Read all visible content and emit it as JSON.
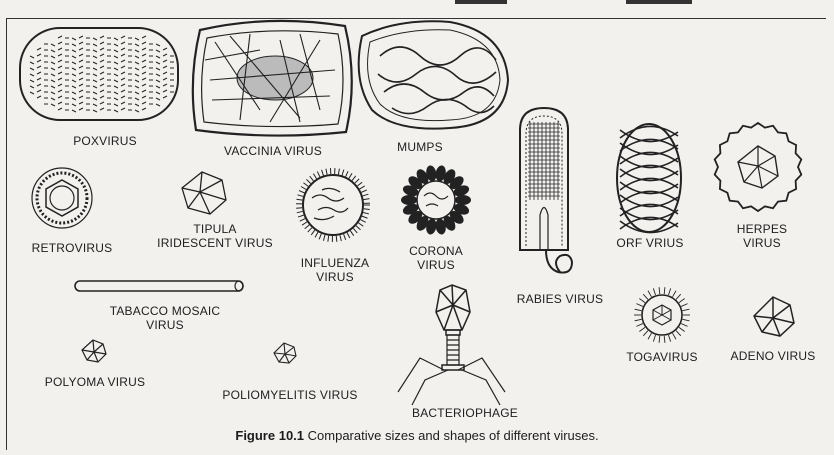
{
  "figure": {
    "caption_number": "Figure 10.1",
    "caption_text": "Comparative sizes and shapes of different viruses."
  },
  "labels": {
    "poxvirus": "POXVIRUS",
    "vaccinia": "VACCINIA VIRUS",
    "mumps": "MUMPS",
    "retrovirus": "RETROVIRUS",
    "tipula": "TIPULA\nIRIDESCENT VIRUS",
    "influenza": "INFLUENZA\nVIRUS",
    "corona": "CORONA\nVIRUS",
    "rabies": "RABIES VIRUS",
    "orf": "ORF VRIUS",
    "herpes": "HERPES\nVIRUS",
    "tmv": "TABACCO MOSAIC\nVIRUS",
    "polyoma": "POLYOMA VIRUS",
    "polio": "POLIOMYELITIS VIRUS",
    "bacteriophage": "BACTERIOPHAGE",
    "toga": "TOGAVIRUS",
    "adeno": "ADENO VIRUS"
  }
}
